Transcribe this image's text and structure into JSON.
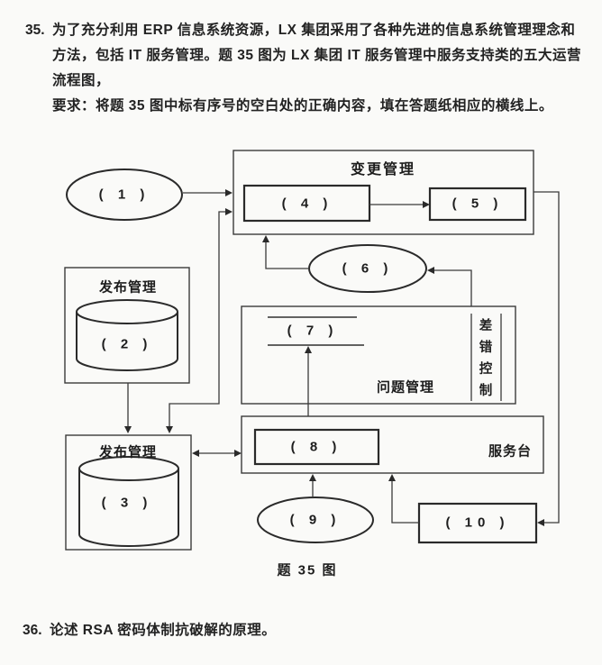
{
  "colors": {
    "ink": "#222222",
    "paper": "#fafaf8"
  },
  "question35": {
    "number": "35.",
    "line1": "为了充分利用 ERP 信息系统资源，LX 集团采用了各种先进的信息系统管理理念和",
    "line2": "方法，包括 IT 服务管理。题 35 图为 LX 集团 IT 服务管理中服务支持类的五大运营",
    "line3": "流程图，",
    "line4": "要求：将题 35 图中标有序号的空白处的正确内容，填在答题纸相应的横线上。"
  },
  "diagram": {
    "caption": "题 35 图",
    "labels": {
      "change_management": "变更管理",
      "release_management_top": "发布管理",
      "release_management_bottom": "发布管理",
      "problem_management": "问题管理",
      "error_control": "差错控制",
      "service_desk": "服务台"
    },
    "blanks": {
      "b1": "( 1 )",
      "b2": "( 2 )",
      "b3": "( 3 )",
      "b4": "( 4 )",
      "b5": "( 5 )",
      "b6": "( 6 )",
      "b7": "( 7 )",
      "b8": "( 8 )",
      "b9": "( 9 )",
      "b10": "( 10 )"
    }
  },
  "question36": {
    "number": "36.",
    "text": "论述 RSA 密码体制抗破解的原理。"
  }
}
